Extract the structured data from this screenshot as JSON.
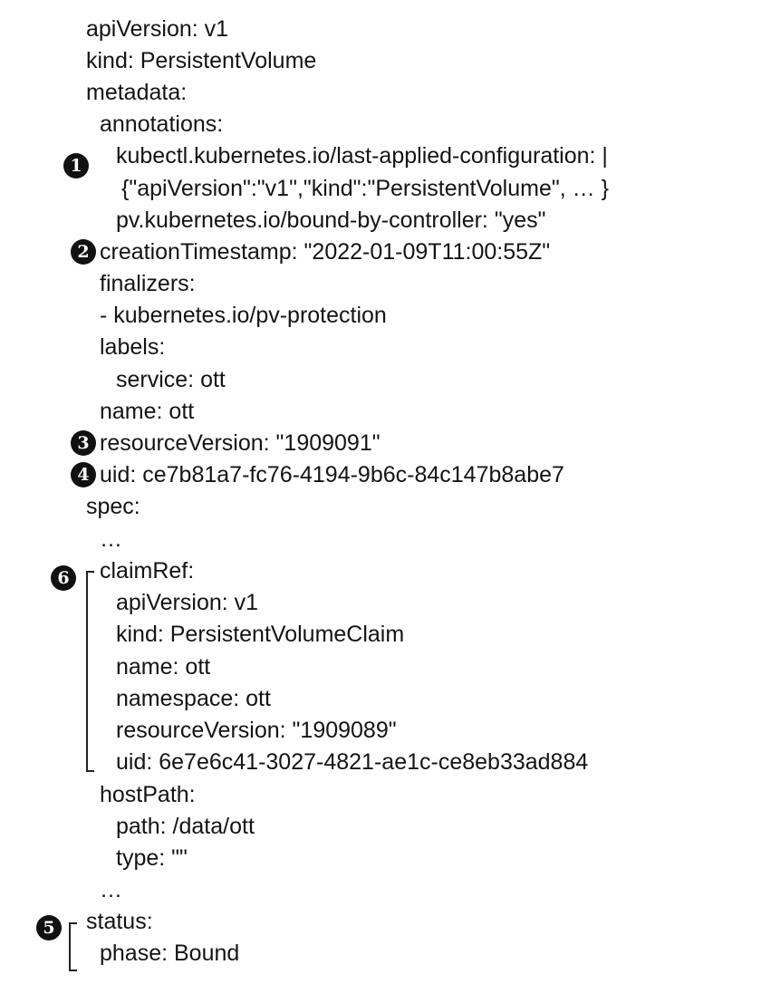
{
  "lines": [
    "apiVersion: v1",
    "kind: PersistentVolume",
    "metadata:",
    "annotations:",
    "kubectl.kubernetes.io/last-applied-configuration: |",
    "{\"apiVersion\":\"v1\",\"kind\":\"PersistentVolume\", … }",
    "pv.kubernetes.io/bound-by-controller: \"yes\"",
    "creationTimestamp: \"2022-01-09T11:00:55Z\"",
    "finalizers:",
    "- kubernetes.io/pv-protection",
    "labels:",
    "service: ott",
    "name: ott",
    "resourceVersion: \"1909091\"",
    "uid: ce7b81a7-fc76-4194-9b6c-84c147b8abe7",
    "spec:",
    "…",
    "claimRef:",
    "apiVersion: v1",
    "kind: PersistentVolumeClaim",
    "name: ott",
    "namespace: ott",
    "resourceVersion: \"1909089\"",
    "uid: 6e7e6c41-3027-4821-ae1c-ce8eb33ad884",
    "hostPath:",
    "path: /data/ott",
    "type: \"\"",
    "…",
    "status:",
    "phase: Bound"
  ],
  "markers": [
    "1",
    "2",
    "3",
    "4",
    "6",
    "5"
  ]
}
